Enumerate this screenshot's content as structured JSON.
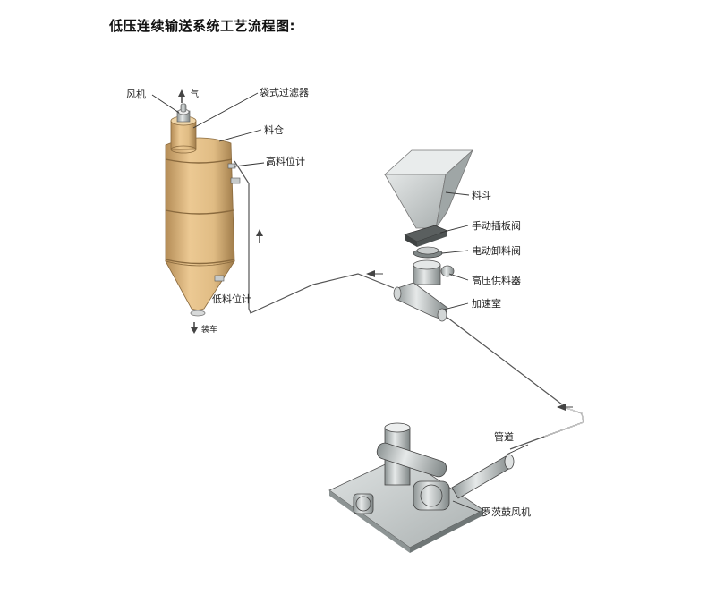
{
  "title": "低压连续输送系统工艺流程图:",
  "labels": {
    "fan": "风机",
    "gas": "气",
    "bag_filter": "袋式过滤器",
    "silo": "料仓",
    "high_level": "高料位计",
    "low_level": "低料位计",
    "truck": "装车",
    "hopper": "料斗",
    "gate_valve": "手动插板阀",
    "discharge_valve": "电动卸料阀",
    "feeder": "高压供料器",
    "accel_chamber": "加速室",
    "pipeline": "管道",
    "roots_blower": "罗茨鼓风机"
  },
  "colors": {
    "silo_body": "#e3c089",
    "silo_dark": "#b08a55",
    "metal": "#c9cdcd",
    "metal_dark": "#7d8484",
    "pipe": "#555555"
  },
  "icons": {
    "up_arrow": "up-arrow-icon",
    "down_arrow": "down-arrow-icon",
    "flow_arrow": "flow-arrow-icon"
  }
}
